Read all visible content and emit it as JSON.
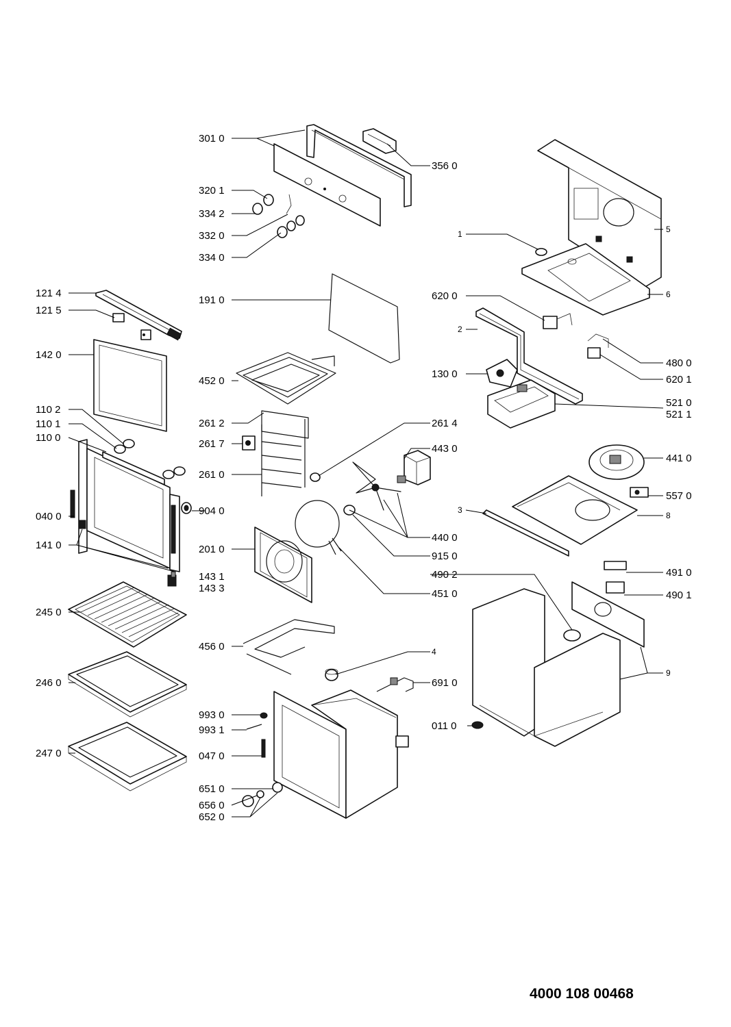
{
  "document_number": "4000 108 00468",
  "labels": {
    "l3010": "301 0",
    "l3560": "356 0",
    "l3201": "320 1",
    "l3342": "334 2",
    "l3320": "332 0",
    "l3340": "334 0",
    "l1214": "121 4",
    "l1215": "121 5",
    "l1910": "191 0",
    "l1420": "142 0",
    "l4520": "452 0",
    "l1102": "110 2",
    "l1101": "110 1",
    "l1100": "110 0",
    "l2612": "261 2",
    "l2617": "261 7",
    "l2610": "261 0",
    "l0400": "040 0",
    "l9040": "904 0",
    "l1410": "141 0",
    "l2010": "201 0",
    "l1431": "143 1",
    "l1433": "143 3",
    "l2450": "245 0",
    "l4560": "456 0",
    "l2460": "246 0",
    "l9930": "993 0",
    "l9931": "993 1",
    "l0470": "047 0",
    "l2470": "247 0",
    "l6510": "651 0",
    "l6560": "656 0",
    "l6520": "652 0",
    "l2614": "261 4",
    "l4430": "443 0",
    "l4400": "440 0",
    "l9150": "915 0",
    "l4510": "451 0",
    "l4": "4",
    "l6910": "691 0",
    "l0110": "011 0",
    "l5": "5",
    "l1": "1",
    "l6": "6",
    "l6200": "620 0",
    "l2": "2",
    "l4800": "480 0",
    "l6201": "620 1",
    "l1300": "130 0",
    "l5210": "521 0",
    "l5211": "521 1",
    "l4410": "441 0",
    "l5570": "557 0",
    "l3": "3",
    "l8": "8",
    "l4902": "490 2",
    "l4910": "491 0",
    "l4901": "490 1",
    "l9": "9"
  }
}
